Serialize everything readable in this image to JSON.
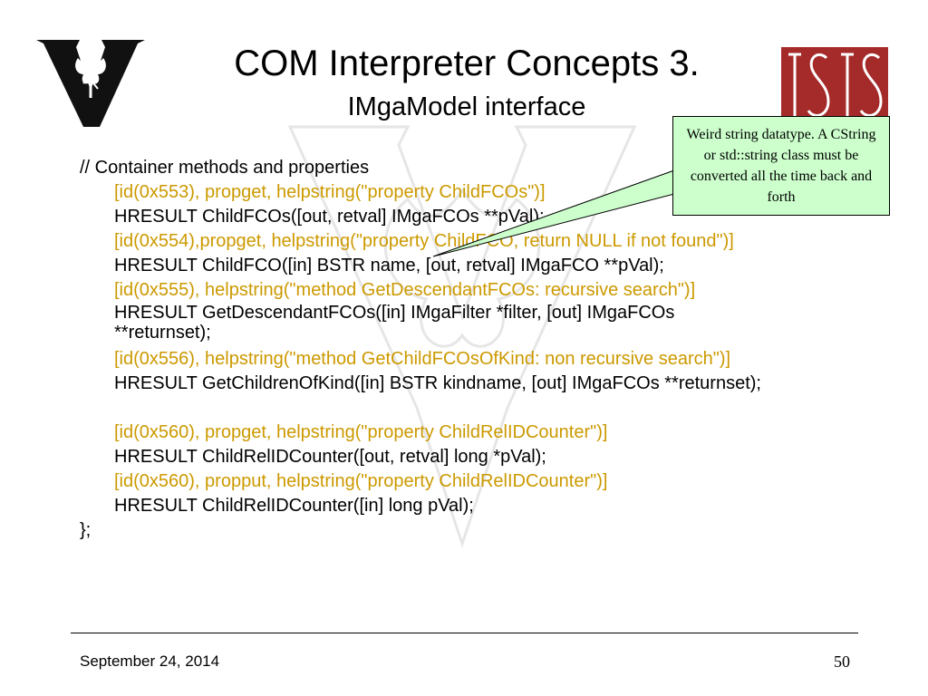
{
  "header": {
    "title": "COM Interpreter Concepts 3.",
    "subtitle": "IMgaModel interface"
  },
  "code": {
    "comment": "// Container methods and properties",
    "lines": [
      "[id(0x553), propget, helpstring(\"property ChildFCOs\")]",
      "HRESULT ChildFCOs([out, retval] IMgaFCOs **pVal);",
      "[id(0x554),propget, helpstring(\"property ChildFCO, return NULL if not found\")]",
      "HRESULT ChildFCO([in] BSTR name, [out, retval] IMgaFCO **pVal);",
      "[id(0x555), helpstring(\"method GetDescendantFCOs: recursive search\")]",
      "HRESULT GetDescendantFCOs([in] IMgaFilter *filter, [out] IMgaFCOs **returnset);",
      "[id(0x556), helpstring(\"method GetChildFCOsOfKind: non recursive search\")]",
      "HRESULT GetChildrenOfKind([in] BSTR kindname, [out] IMgaFCOs **returnset);",
      "[id(0x560), propget, helpstring(\"property ChildRelIDCounter\")]",
      "HRESULT ChildRelIDCounter([out, retval] long *pVal);",
      "[id(0x560), propput, helpstring(\"property ChildRelIDCounter\")]",
      "HRESULT ChildRelIDCounter([in] long pVal);"
    ],
    "closing": "};"
  },
  "callout": {
    "text": "Weird string datatype. A CString or std::string class must be converted all the time back and forth"
  },
  "footer": {
    "date": "September 24, 2014",
    "page": "50"
  },
  "colors": {
    "attribute_text": "#cc9900",
    "callout_fill": "#ccffcc",
    "isis_logo": "#a52a2a"
  },
  "icons": {
    "left_logo": "vanderbilt-v-logo",
    "right_logo": "isis-logo"
  }
}
